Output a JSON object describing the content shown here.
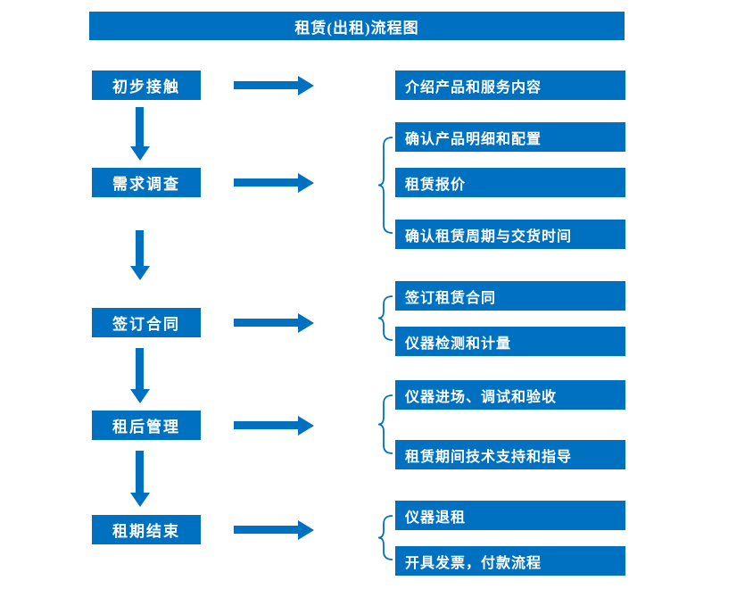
{
  "title": "租赁(出租)流程图",
  "colors": {
    "accent": "#0070C0",
    "text_on_accent": "#FFFFFF"
  },
  "steps": [
    {
      "label": "初步接触",
      "outputs": [
        "介绍产品和服务内容"
      ]
    },
    {
      "label": "需求调查",
      "outputs": [
        "确认产品明细和配置",
        "租赁报价",
        "确认租赁周期与交货时间"
      ]
    },
    {
      "label": "签订合同",
      "outputs": [
        "签订租赁合同",
        "仪器检测和计量"
      ]
    },
    {
      "label": "租后管理",
      "outputs": [
        "仪器进场、调试和验收",
        "租赁期间技术支持和指导"
      ]
    },
    {
      "label": "租期结束",
      "outputs": [
        "仪器退租",
        "开具发票，付款流程"
      ]
    }
  ]
}
